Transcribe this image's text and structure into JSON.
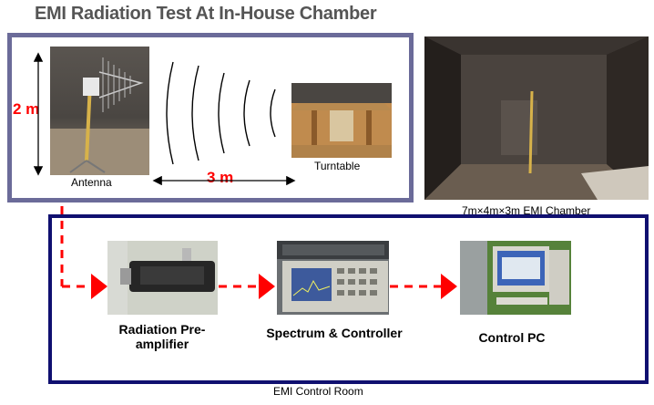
{
  "title": "EMI Radiation Test At In-House Chamber",
  "chamber": {
    "height_label": "2 m",
    "distance_label": "3 m",
    "antenna_label": "Antenna",
    "turntable_label": "Turntable",
    "chamber_caption": "7m×4m×3m EMI Chamber"
  },
  "control_room": {
    "label": "EMI Control Room",
    "stages": [
      {
        "label_line1": "Radiation Pre-",
        "label_line2": "amplifier"
      },
      {
        "label_line1": "Spectrum & Controller",
        "label_line2": ""
      },
      {
        "label_line1": "Control PC",
        "label_line2": ""
      }
    ]
  },
  "colors": {
    "chamber_border": "#6b6b99",
    "control_border": "#101070",
    "arrow_red": "#ff0000"
  }
}
